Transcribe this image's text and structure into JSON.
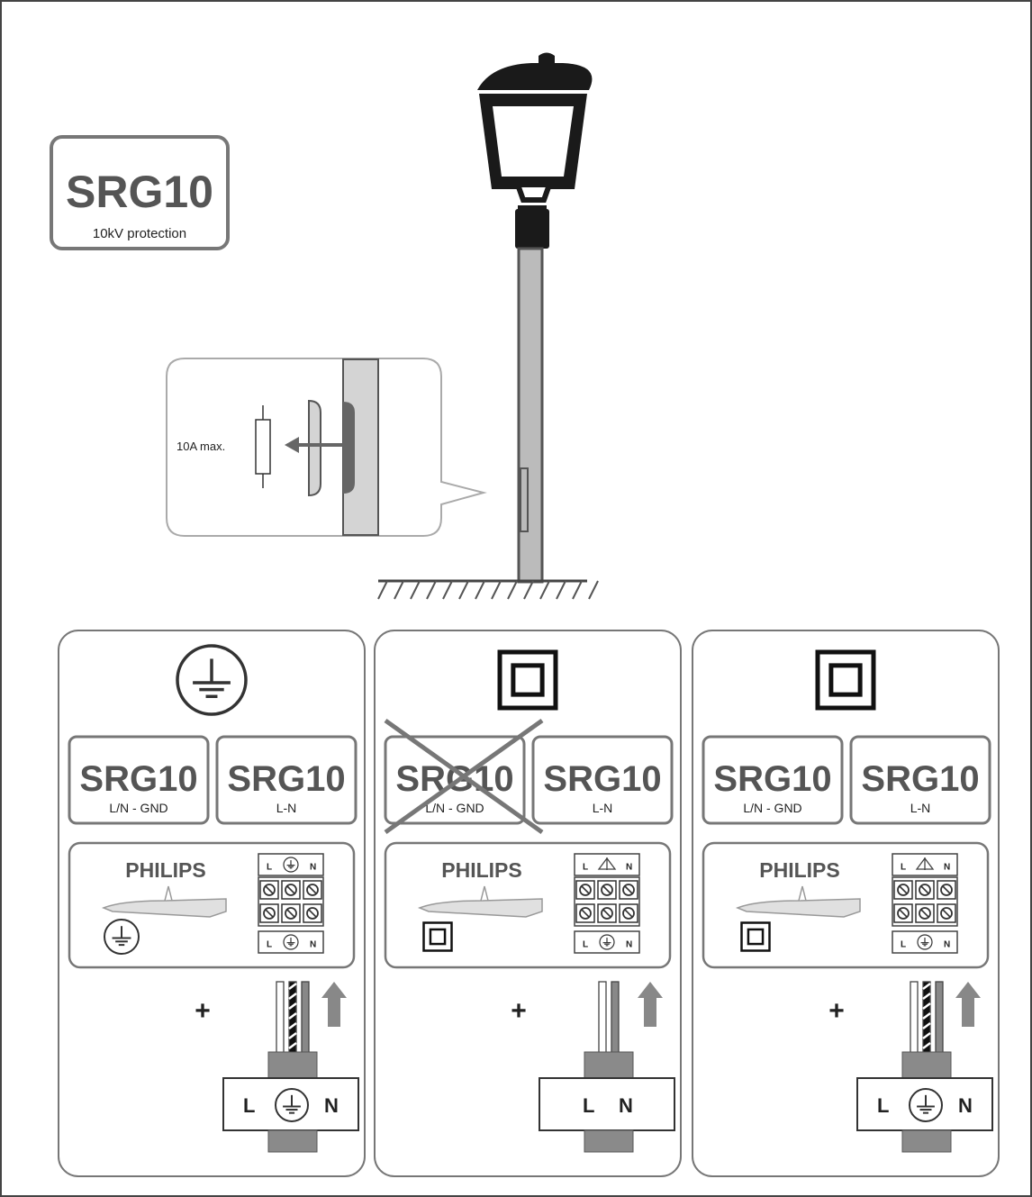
{
  "header_badge": {
    "title": "SRG10",
    "subtitle": "10kV protection"
  },
  "fuse_callout": {
    "label": "10A max."
  },
  "panels": [
    {
      "id": "class-1",
      "symbol": "protective-earth",
      "srg_left": {
        "title": "SRG10",
        "sub": "L/N - GND",
        "crossed": false
      },
      "srg_right": {
        "title": "SRG10",
        "sub": "L-N"
      },
      "brand": "PHILIPS",
      "luminaire_symbol": "protective-earth",
      "terminal_top": [
        "L",
        "N"
      ],
      "terminal_bottom": [
        "L",
        "N"
      ],
      "plus": "+",
      "supply": [
        "L",
        "N"
      ],
      "supply_earth": true,
      "cable_wires": 3
    },
    {
      "id": "class-2-with-class-2-supply",
      "symbol": "double-insulation",
      "srg_left": {
        "title": "SRG10",
        "sub": "L/N - GND",
        "crossed": true
      },
      "srg_right": {
        "title": "SRG10",
        "sub": "L-N"
      },
      "brand": "PHILIPS",
      "luminaire_symbol": "double-insulation",
      "terminal_top": [
        "L",
        "N"
      ],
      "terminal_bottom": [
        "L",
        "N"
      ],
      "plus": "+",
      "supply": [
        "L",
        "N"
      ],
      "supply_earth": false,
      "cable_wires": 2
    },
    {
      "id": "class-2-with-earth-supply",
      "symbol": "double-insulation",
      "srg_left": {
        "title": "SRG10",
        "sub": "L/N - GND",
        "crossed": false
      },
      "srg_right": {
        "title": "SRG10",
        "sub": "L-N"
      },
      "brand": "PHILIPS",
      "luminaire_symbol": "double-insulation",
      "terminal_top": [
        "L",
        "N"
      ],
      "terminal_bottom": [
        "L",
        "N"
      ],
      "plus": "+",
      "supply": [
        "L",
        "N"
      ],
      "supply_earth": true,
      "cable_wires": 3
    }
  ],
  "colors": {
    "frame": "#777777",
    "text_gray": "#555555",
    "pole_body": "#bbbbbb",
    "lamp_black": "#1a1a1a",
    "arrow": "#888888",
    "cable_jacket": "#8a8a8a"
  }
}
